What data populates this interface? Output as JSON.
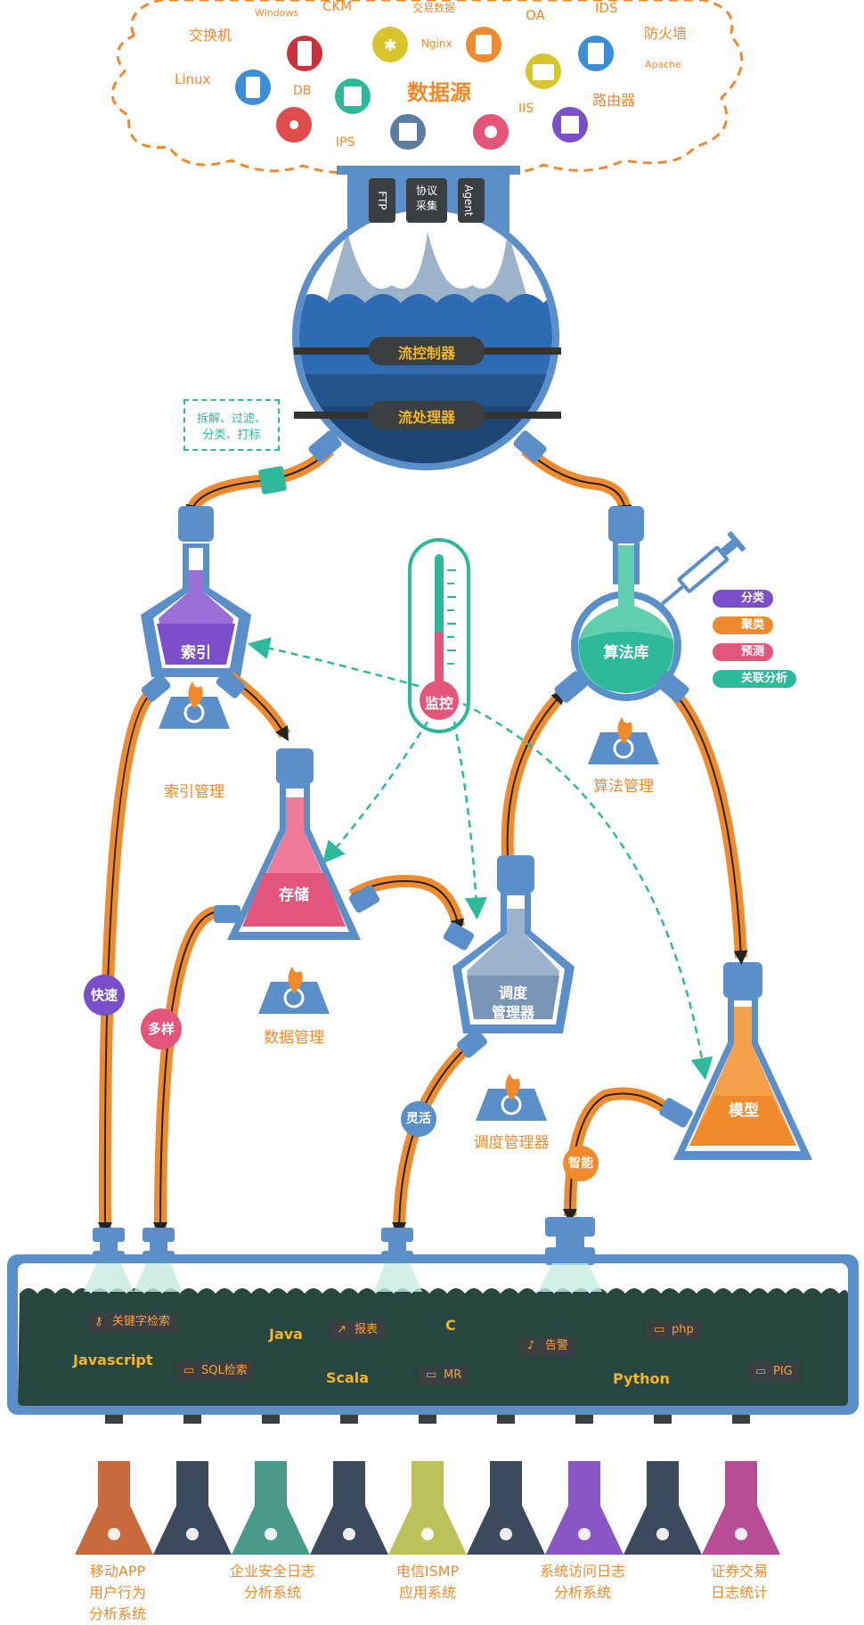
{
  "cloud": {
    "title": "数据源",
    "sources": [
      "CKM",
      "交易数据",
      "OA",
      "IDS",
      "Windows",
      "交换机",
      "Nginx",
      "防火墙",
      "Apache",
      "Linux",
      "DB",
      "路由器",
      "IIS",
      "IPS"
    ]
  },
  "collect": [
    "FTP",
    "协议\n采集",
    "Agent"
  ],
  "tank": {
    "top": "流控制器",
    "bottom": "流处理器"
  },
  "note": "拆解、过滤、\n分类、打标",
  "flasks": {
    "index": {
      "label": "索引",
      "manager": "索引管理"
    },
    "storage": {
      "label": "存储",
      "manager": "数据管理"
    },
    "scheduler": {
      "label": "调度\n管理器",
      "manager": "调度管理器"
    },
    "algo": {
      "label": "算法库",
      "manager": "算法管理"
    },
    "model": {
      "label": "模型"
    }
  },
  "monitor": "监控",
  "algo_pills": [
    {
      "label": "分类",
      "color": "#7b4fc9"
    },
    {
      "label": "聚类",
      "color": "#ef8b2d"
    },
    {
      "label": "预测",
      "color": "#e3557a"
    },
    {
      "label": "关联分析",
      "color": "#2eb99a"
    }
  ],
  "badges": {
    "fast": "快速",
    "diverse": "多样",
    "flexible": "灵活",
    "smart": "智能"
  },
  "lake": {
    "tags": [
      {
        "label": "关键字检索",
        "icon": "key-icon"
      },
      {
        "label": "报表",
        "icon": "chart-icon"
      },
      {
        "label": "告警",
        "icon": "bell-icon"
      },
      {
        "label": "php",
        "icon": "file-icon"
      },
      {
        "label": "SQL检索",
        "icon": "sql-icon"
      },
      {
        "label": "MR",
        "icon": "file-icon"
      },
      {
        "label": "PIG",
        "icon": "file-icon"
      }
    ],
    "languages": [
      "Java",
      "C",
      "Javascript",
      "Scala",
      "Python"
    ]
  },
  "bottom_systems": [
    "移动APP\n用户行为\n分析系统",
    "企业安全日志\n分析系统",
    "电信ISMP\n应用系统",
    "系统访问日志\n分析系统",
    "证券交易\n日志统计"
  ],
  "colors": {
    "blue": "#5b8fc9",
    "orange": "#ef8b2d",
    "purple": "#7b4fc9",
    "pink": "#e3557a",
    "green": "#2eb99a",
    "navy": "#23548a",
    "lake": "#27463f"
  }
}
